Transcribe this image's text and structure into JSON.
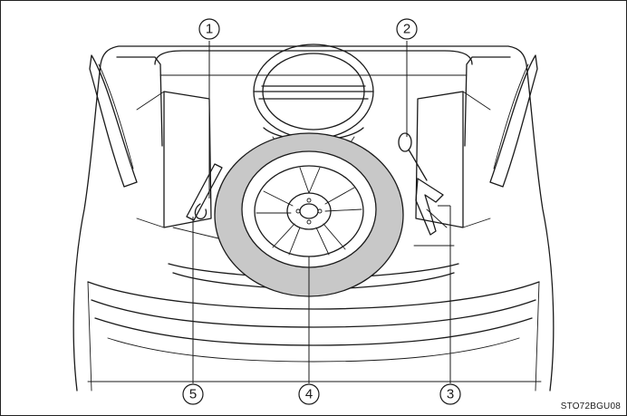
{
  "callouts": [
    {
      "id": "c1",
      "label": "1"
    },
    {
      "id": "c2",
      "label": "2"
    },
    {
      "id": "c3",
      "label": "3"
    },
    {
      "id": "c4",
      "label": "4"
    },
    {
      "id": "c5",
      "label": "5"
    }
  ],
  "image_code": "STO72BGU08"
}
